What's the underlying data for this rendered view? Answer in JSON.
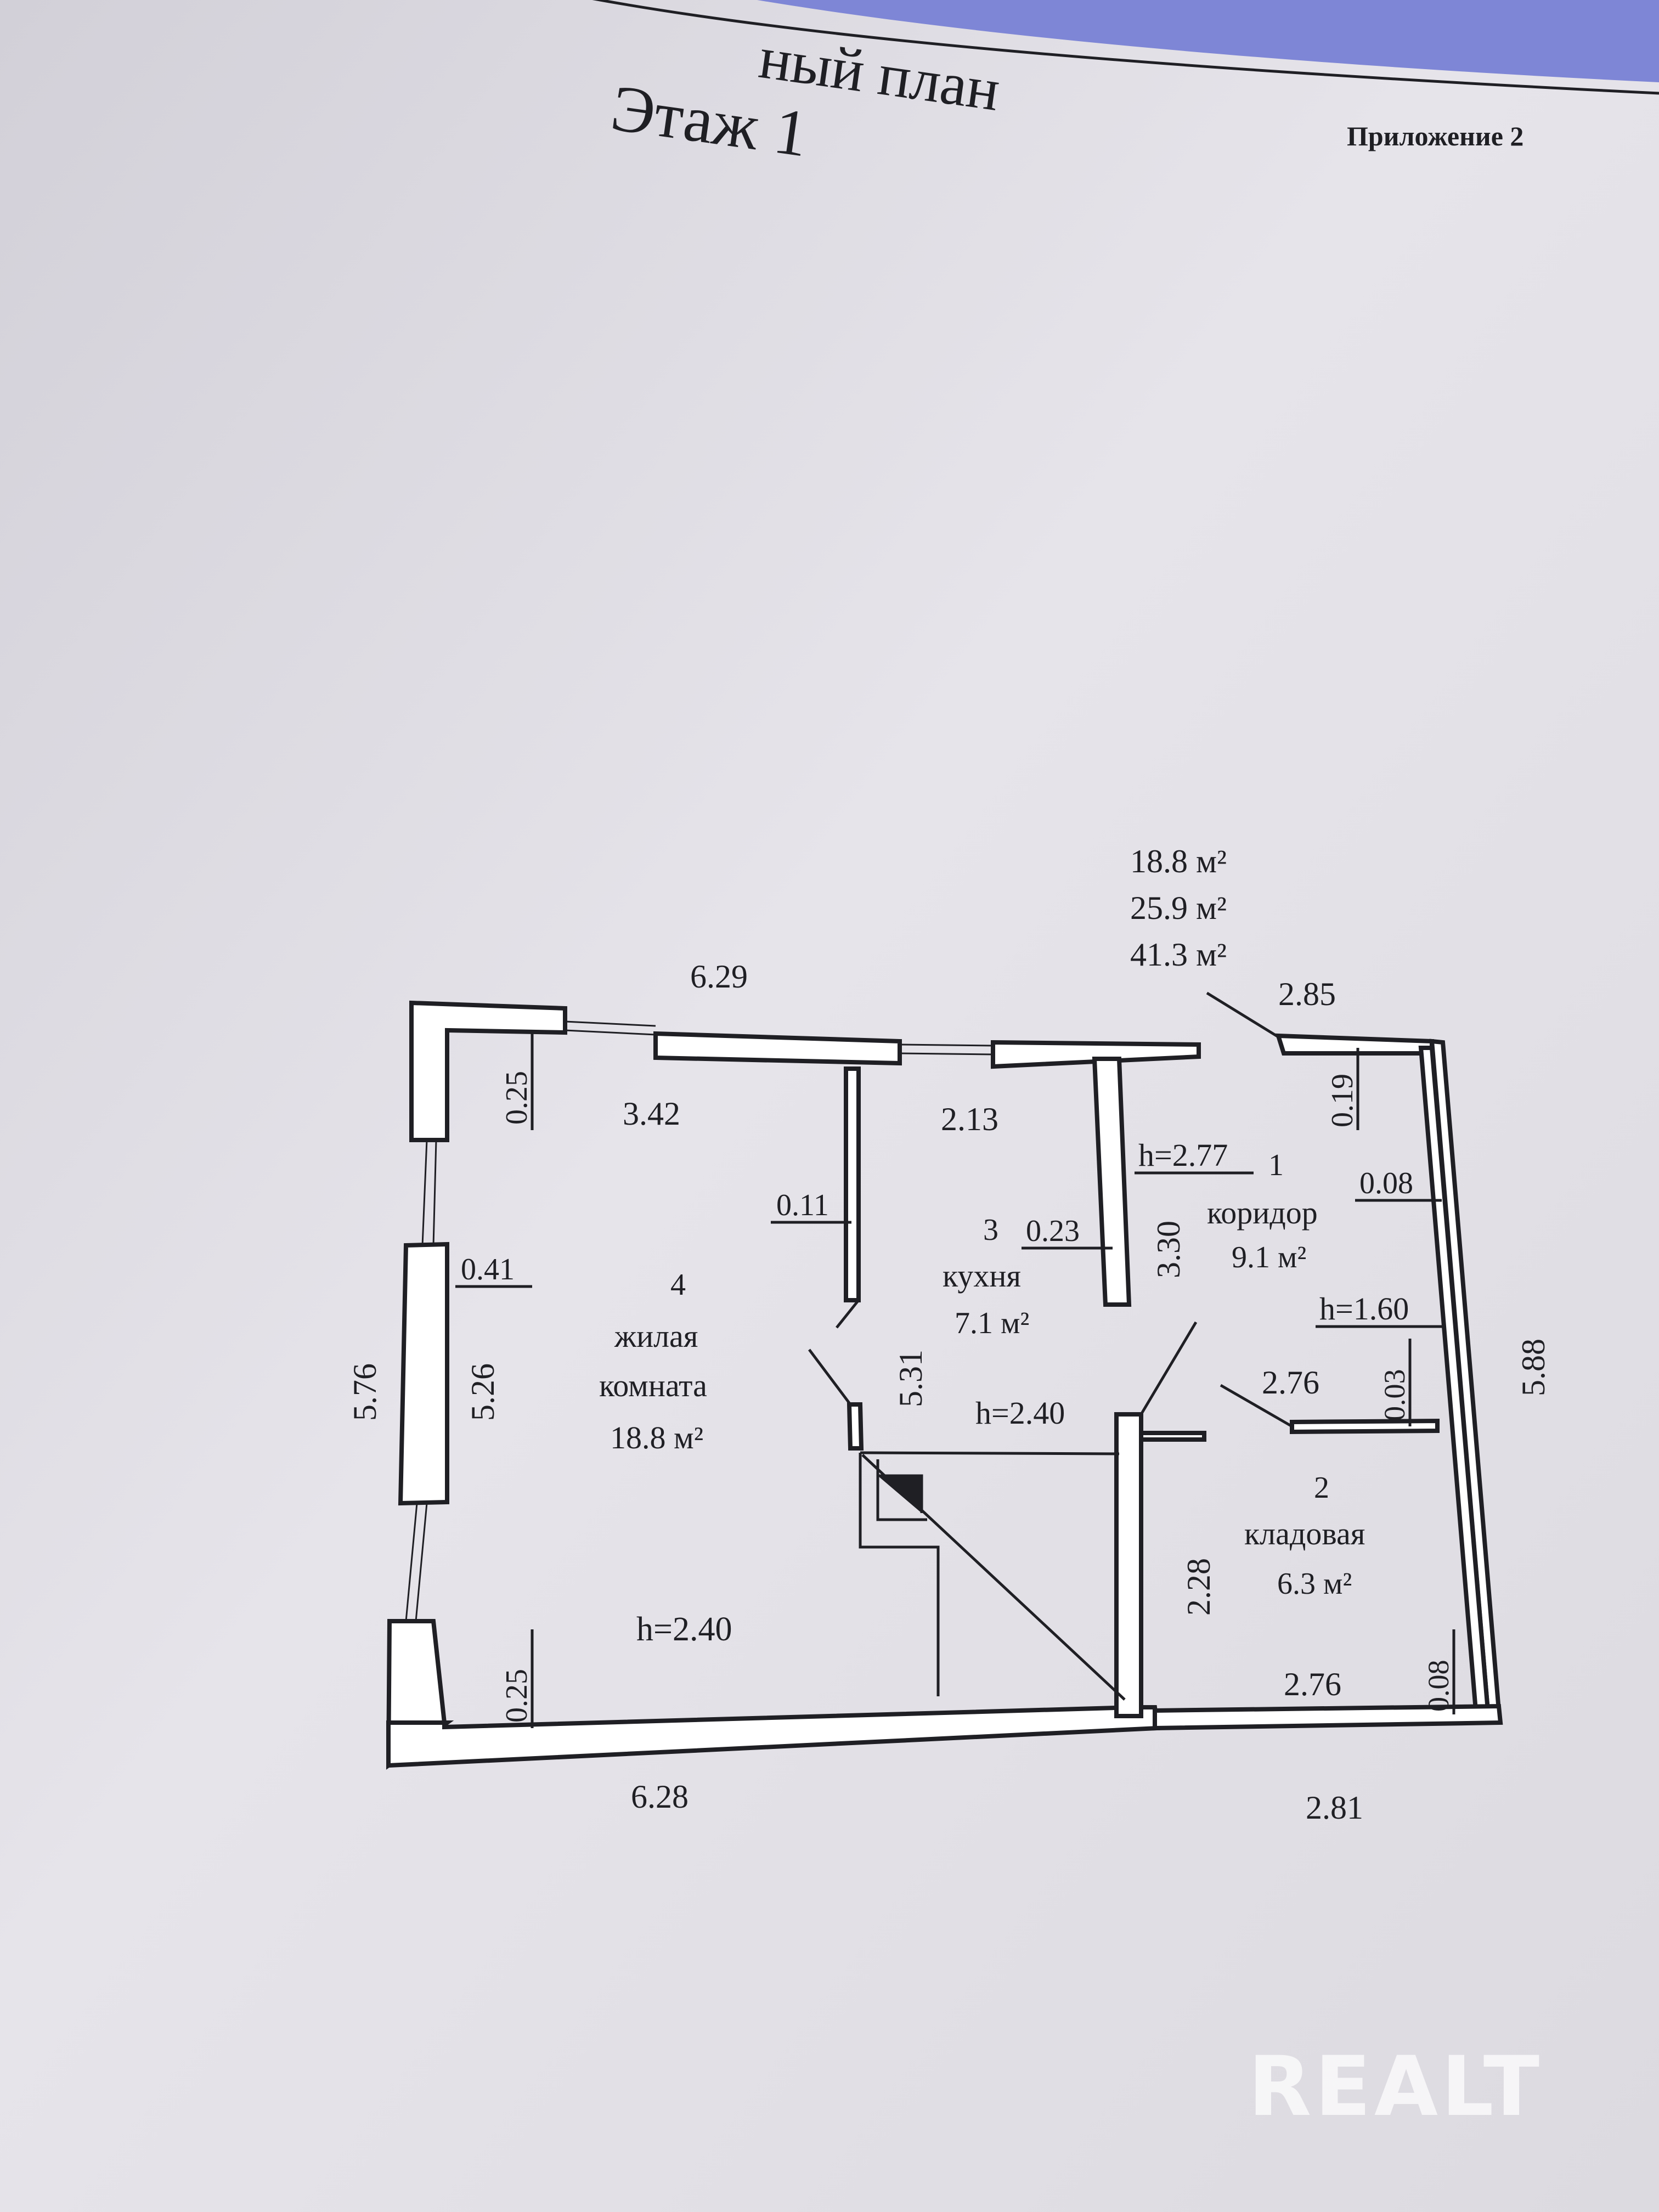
{
  "header": {
    "title_fragment": "ный план",
    "floor_label": "Этаж 1",
    "appendix": "Приложение 2"
  },
  "totals": {
    "living_area": "18.8 м²",
    "auxiliary_area": "25.9 м²",
    "total_area": "41.3 м²"
  },
  "rooms": [
    {
      "number": "1",
      "name": "коридор",
      "area": "9.1 м²"
    },
    {
      "number": "2",
      "name": "кладовая",
      "area": "6.3 м²"
    },
    {
      "number": "3",
      "name": "кухня",
      "area": "7.1 м²"
    },
    {
      "number": "4",
      "name_line1": "жилая",
      "name_line2": "комната",
      "area": "18.8 м²"
    }
  ],
  "heights": [
    "h=2.77",
    "h=1.60",
    "h=2.40",
    "h=2.40"
  ],
  "dimensions": {
    "outer_top": "6.29",
    "outer_bottom_left": "6.28",
    "outer_bottom_right": "2.81",
    "outer_left": "5.76",
    "outer_right": "5.88",
    "annex_top": "2.85",
    "room4_width": "3.42",
    "room4_height": "5.26",
    "room4_depth": "5.31",
    "kitchen_width": "2.13",
    "corridor_height": "3.30",
    "corridor_width": "2.76",
    "storage_width": "2.76",
    "storage_height": "2.28",
    "wall_025_top": "0.25",
    "wall_025_bottom": "0.25",
    "wall_041": "0.41",
    "wall_011": "0.11",
    "wall_023": "0.23",
    "wall_019": "0.19",
    "wall_008_upper": "0.08",
    "wall_003": "0.03",
    "wall_008_lower": "0.08"
  },
  "watermark": "REALT"
}
